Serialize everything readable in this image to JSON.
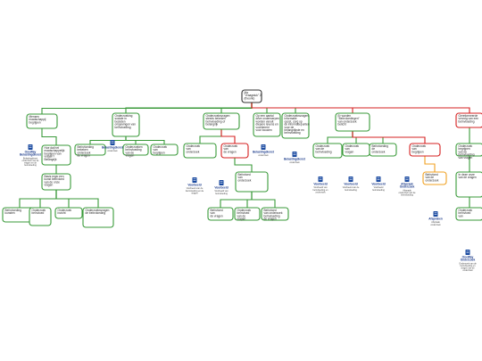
{
  "colors": {
    "green": "#3a9a3a",
    "red": "#d42020",
    "orange": "#f0a020",
    "dark": "#333333",
    "icon": "#1a4aa0"
  },
  "root": {
    "label": "Ma\n\"Vraagstuk\" 2\n(theorie)"
  },
  "branches": [
    {
      "id": "b1",
      "label": "Mensen\nmaatschappij\nbegrijpen"
    },
    {
      "id": "b2",
      "label": "Onderzoeking\nsociale in\nbesloten\nomgevingen van\nbeïnvloeding"
    },
    {
      "id": "b3",
      "label": "Onderzoeksvragen\nsteeds bekeken\nbeïnvloeding of\nbelangrijk"
    },
    {
      "id": "b4",
      "label": "Op een aantal\ndeze onderwerpen\nworden vanuit\ndiepere levens en\nvoorbereid\nvoor bouwen"
    },
    {
      "id": "b5",
      "label": "Onderzoeksvragen\ninformatie\nopzet, zorg op\nde informatiepunten\nvoor de\nbelangrijkste en\nbeïnvloeding"
    },
    {
      "id": "b6",
      "label": "Er worden\n\"Beïnvloedingen\"\nvan onderzoek\nbelicht"
    },
    {
      "id": "b7",
      "label": "Gereformeerde\nvervolg van een\nbeïnvloeding"
    }
  ],
  "nodes": {
    "n1": "Hoe dat het\nmaatschappelijk\nbegrijpen van\nvragen?\nBelangrijk",
    "n2": "Basis regio een\nkunst beïnvloed\nvan de onze\nvragen",
    "n3": "Beïnvloeding\nkunsten",
    "n4": "Onderzoek\nbeïnvloed",
    "n5": "Onderzoek\ninzicht",
    "n6": "Onderzoeksvragen\nde beïnvloeding",
    "n7": "Beïnvloeding\nbekeken\nonderzoek\nde vragen",
    "n8": "Onderzoeken\nbeïnvloeding\nvan de\nvragen",
    "n9": "Onderzoek\nvan\nbegrijpen",
    "n10": "Onderzoek\nvan\nonderzoek",
    "n11": "Onderzoek\nvan\nde vragen",
    "n12": "Beïnvloed\nvan\nonderzoek",
    "n13": "Beïnvloed\nvan\nde vragen",
    "n14": "Onderzoek\nbeïnvloed\nvan de\nvragen",
    "n15": "Beïnvloed\nvan onderzoek\nbeïnvloeding\nde vragen",
    "n16": "Onderzoek\nvan de\nbeïnvloeding",
    "n17": "Onderzoek\nvan\nvragen",
    "n18": "Beïnvloeding\nde\nonderzoek",
    "n19": "Onderzoek\nvan\nbegrijpen",
    "n20": "Beïnvloed\nvan de\nonderzoek",
    "n21": "Onderzoek\nbegrijpen\nvan de\nbeïnvloeding\nvan vragen",
    "n22": "In deze onze\nvan de vragen",
    "n23": "Onderzoek\nbeïnvloed\nvan",
    "n24": "Beïnvloed\nvan de\nvragen",
    "n25": "Onderzoek\nvan de\nbeïnvloeding"
  },
  "sources": {
    "s1": {
      "title": "OneWay\nBelastingdienst",
      "desc": "Belastingdienst\nonderzoek van de\nvragen en de\nbeïnvloeding"
    },
    "s2": {
      "title": "Belastingdienst",
      "desc": "onderzoek"
    },
    "s3": {
      "title": "Belastingdienst",
      "desc": "onderzoek"
    },
    "s4": {
      "title": "Belastingdienst",
      "desc": "onderzoek"
    },
    "s5": {
      "title": "Voorbeeld",
      "desc": "Voorbeeld van de\nbeïnvloeding en de\nvragen"
    },
    "s6": {
      "title": "Voorbeeld",
      "desc": "Voorbeeld van\nbeïnvloeding"
    },
    "s7": {
      "title": "Voorbeeld",
      "desc": "Voorbeeld van\nbeïnvloeding en\nonderzoek"
    },
    "s8": {
      "title": "Voorbeeld",
      "desc": "Voorbeeld van de\nbeïnvloeding"
    },
    "s9": {
      "title": "Voorbeeld",
      "desc": "Voorbeeld\nbeïnvloeding"
    },
    "s10": {
      "title": "Afspraak\nOnderzoek",
      "desc": "Afspraak\nonderzoek van de\nbeïnvloeding"
    },
    "s11": {
      "title": "Afspraken",
      "desc": "Afspraak\nonderzoek"
    },
    "s12": {
      "title": "OneWay\nOnderzoek",
      "desc": "Onderzoek van de\nbeïnvloeding en\nvragen van de\nonderzoek"
    }
  }
}
